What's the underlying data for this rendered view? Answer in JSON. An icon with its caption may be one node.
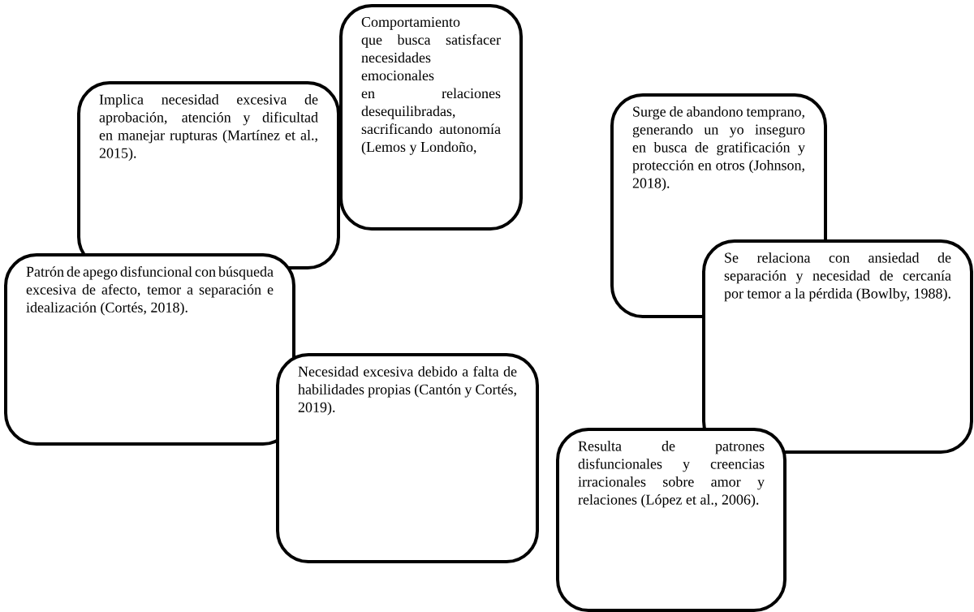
{
  "diagram": {
    "nodes": [
      {
        "text": [
          "Comportamiento que busca satisfacer necesidades emocionales en relaciones desequilibradas, sacrificando autonomía (Lemos y Londoño,"
        ]
      },
      {
        "text": [
          "Implica necesidad excesiva de aprobación, atención y dificultad en manejar rupturas (Martínez et al., 2015)."
        ]
      },
      {
        "text": [
          "Surge de abandono temprano, generando un yo inseguro en busca de gratificación y protección en otros (Johnson, 2018)."
        ]
      },
      {
        "text": [
          "Patrón de apego disfuncional con búsqueda excesiva de afecto, temor a separación e idealización (Cortés, 2018)."
        ]
      },
      {
        "text": [
          "Se relaciona con ansiedad de separación y necesidad de cercanía por temor a la pérdida (Bowlby, 1988)."
        ]
      },
      {
        "text": [
          "Necesidad excesiva debido a falta de habilidades propias (Cantón y Cortés, 2019)."
        ]
      },
      {
        "text": [
          "Resulta de patrones disfuncionales y creencias irracionales sobre amor y relaciones (López et al., 2006)."
        ]
      }
    ]
  }
}
